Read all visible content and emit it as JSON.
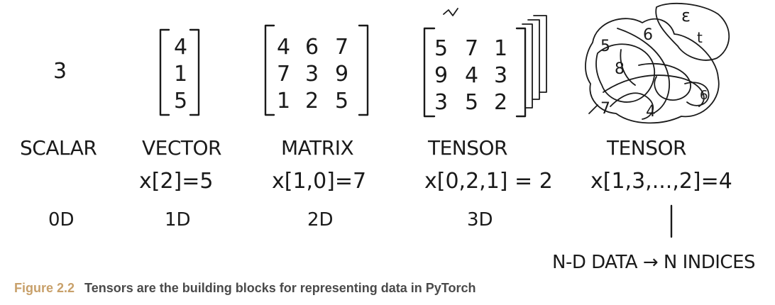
{
  "diagram": {
    "scalar": {
      "value": "3",
      "label": "SCALAR",
      "dim": "0D"
    },
    "vector": {
      "values": [
        "4",
        "1",
        "5"
      ],
      "label": "VECTOR",
      "index": "x[2]=5",
      "dim": "1D"
    },
    "matrix": {
      "rows": [
        [
          "4",
          "6",
          "7"
        ],
        [
          "7",
          "3",
          "9"
        ],
        [
          "1",
          "2",
          "5"
        ]
      ],
      "label": "MATRIX",
      "index": "x[1,0]=7",
      "dim": "2D"
    },
    "tensor3d": {
      "rows": [
        [
          "5",
          "7",
          "1"
        ],
        [
          "9",
          "4",
          "3"
        ],
        [
          "3",
          "5",
          "2"
        ]
      ],
      "label": "TENSOR",
      "index": "x[0,2,1] = 2",
      "dim": "3D"
    },
    "tensorNd": {
      "blob_values": [
        "5",
        "6",
        "8",
        "t",
        "4",
        "6",
        "7"
      ],
      "top_value": "ε",
      "label": "TENSOR",
      "index": "x[1,3,...,2]=4",
      "note": "N-D DATA → N INDICES"
    }
  },
  "caption": {
    "number": "Figure 2.2",
    "text": "Tensors are the building blocks for representing data in PyTorch"
  },
  "colors": {
    "ink": "#1a1a1a",
    "caption_number": "#c8a06a",
    "caption_text": "#4a4a4a"
  }
}
